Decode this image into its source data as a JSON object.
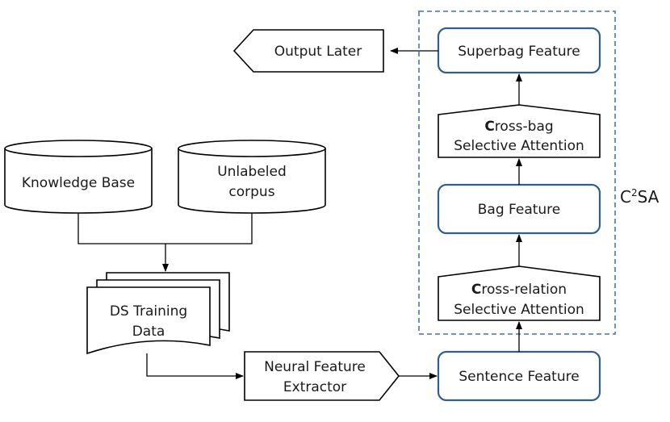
{
  "nodes": {
    "output_later": "Output Later",
    "superbag_feature": "Superbag Feature",
    "cross_bag": {
      "bold_initial": "C",
      "rest_line1": "ross-bag",
      "line2": "Selective Attention"
    },
    "bag_feature": "Bag Feature",
    "cross_relation": {
      "bold_initial": "C",
      "rest_line1": "ross-relation",
      "line2": "Selective Attention"
    },
    "sentence_feature": "Sentence Feature",
    "knowledge_base": "Knowledge Base",
    "unlabeled_corpus": {
      "line1": "Unlabeled",
      "line2": "corpus"
    },
    "ds_training_data": {
      "line1": "DS Training",
      "line2": "Data"
    },
    "neural_feature_extractor": {
      "line1": "Neural Feature",
      "line2": "Extractor"
    }
  },
  "module_label": {
    "base": "C",
    "superscript": "2",
    "rest": "SA"
  }
}
